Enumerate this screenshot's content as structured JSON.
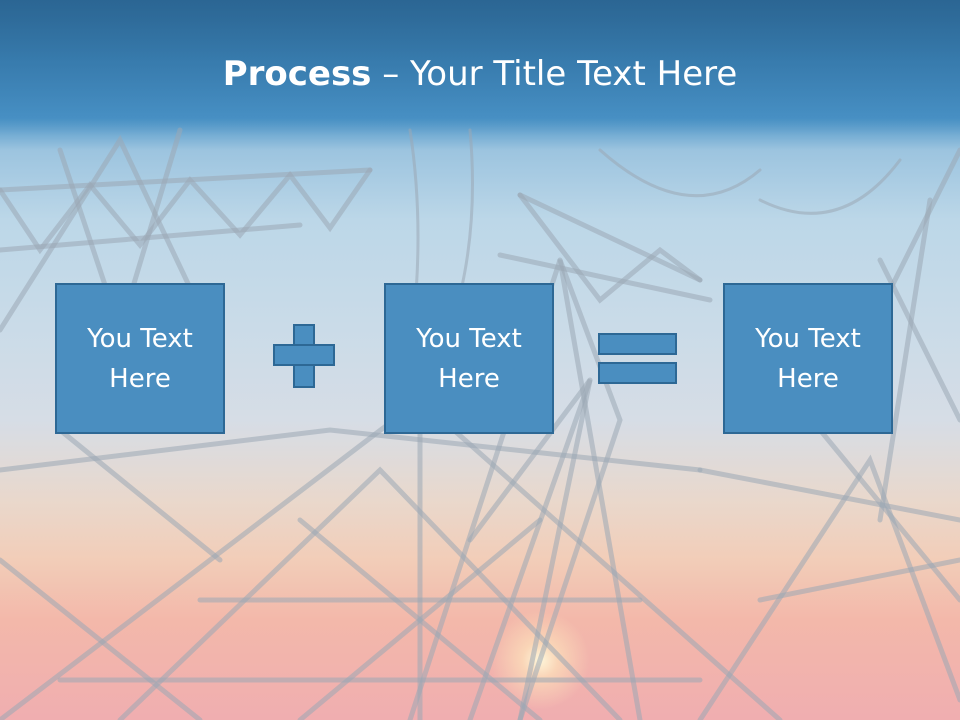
{
  "slide": {
    "title_bold": "Process",
    "title_rest": " – Your Title Text Here",
    "boxes": [
      {
        "line1": "You Text",
        "line2": "Here"
      },
      {
        "line1": "You Text",
        "line2": "Here"
      },
      {
        "line1": "You Text",
        "line2": "Here"
      }
    ],
    "operators": [
      "plus-icon",
      "equals-icon"
    ]
  },
  "colors": {
    "box_fill": "#4a8ec0",
    "box_border": "#2d6895",
    "title_text": "#ffffff",
    "banner": "#3d85b8"
  }
}
